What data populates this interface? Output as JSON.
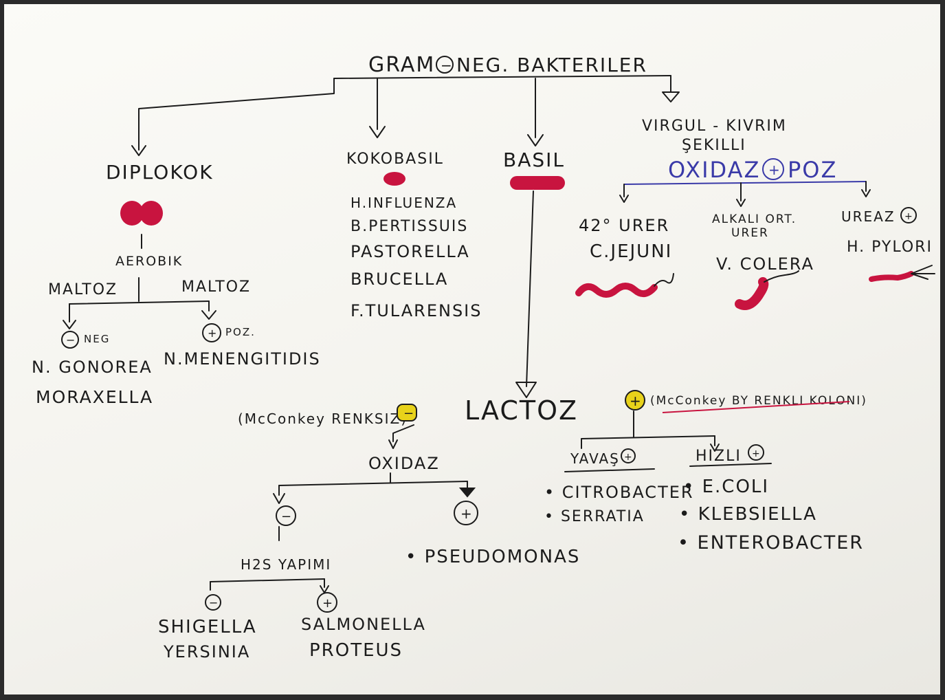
{
  "title": {
    "prefix": "GRAM",
    "sign": "−",
    "suffix": "NEG. BAKTERILER"
  },
  "groups": {
    "diplokok": {
      "label": "DIPLOKOK",
      "aerobik": "AEROBIK",
      "maltoz_left": "MALTOZ",
      "maltoz_right": "MALTOZ",
      "neg_sign": "−",
      "neg_label": "NEG",
      "pos_sign": "+",
      "pos_label": "POZ.",
      "neg_species": [
        "N. GONOREA",
        "MORAXELLA"
      ],
      "pos_species": [
        "N.MENENGITIDIS"
      ]
    },
    "kokobasil": {
      "label": "KOKOBASIL",
      "species": [
        "H.INFLUENZA",
        "B.PERTISSUIS",
        "PASTORELLA",
        "BRUCELLA",
        "F.TULARENSIS"
      ]
    },
    "basil": {
      "label": "BASIL"
    },
    "virgul": {
      "label_line1": "VIRGUL - KIVRIM",
      "label_line2": "ŞEKILLI",
      "oxidaz_prefix": "OXIDAZ",
      "oxidaz_sign": "+",
      "oxidaz_suffix": "POZ",
      "branches": [
        {
          "condition": "42° URER",
          "species": "C.JEJUNI"
        },
        {
          "condition_line1": "ALKALI ORT.",
          "condition_line2": "URER",
          "species": "V. COLERA"
        },
        {
          "condition": "UREAZ",
          "sign": "+",
          "species": "H. PYLORI"
        }
      ]
    }
  },
  "lactoz": {
    "label": "LACTOZ",
    "neg_note": "(McConkey RENKSIZ)",
    "neg_sign": "−",
    "pos_sign": "+",
    "pos_note": "(McConkey BY RENKLI KOLONI)",
    "oxidaz": {
      "label": "OXIDAZ",
      "neg_sign": "−",
      "pos_sign": "+",
      "pos_species": "• PSEUDOMONAS",
      "h2s_label": "H2S YAPIMI",
      "h2s_neg_sign": "−",
      "h2s_pos_sign": "+",
      "h2s_neg_species": [
        "SHIGELLA",
        "YERSINIA"
      ],
      "h2s_pos_species": [
        "SALMONELLA",
        "PROTEUS"
      ]
    },
    "yavas": {
      "label": "YAVAŞ",
      "sign": "+",
      "species": [
        "• CITROBACTER",
        "• SERRATIA"
      ]
    },
    "hizli": {
      "label": "HIZLI",
      "sign": "+",
      "species": [
        "• E.COLI",
        "• KLEBSIELLA",
        "• ENTEROBACTER"
      ]
    }
  },
  "colors": {
    "ink": "#1b1b1b",
    "bacteria_red": "#c8143f",
    "oxidaz_blue": "#3a3aa8",
    "highlight_yellow": "#e8d21a",
    "underline_red": "#c8143f"
  }
}
